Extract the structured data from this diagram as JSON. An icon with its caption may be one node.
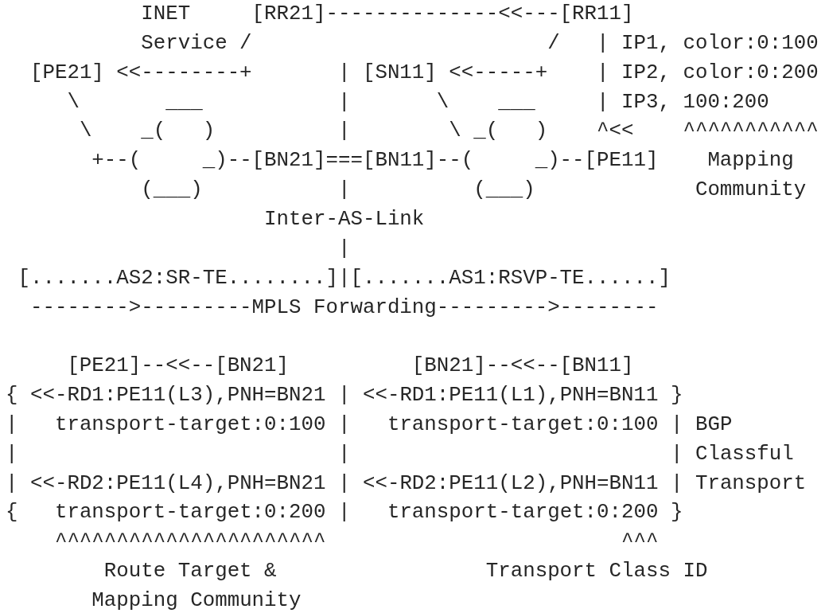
{
  "diagram": {
    "labels": [
      "INET     [RR21]--------------<<---[RR11]",
      "Service /                        /   | IP1, color:0:100",
      "[PE21] <<--------+       | [SN11] <<-----+    | IP2, color:0:200",
      "\\       ___           |       \\    ___     | IP3, 100:200",
      "\\    _(   )          |        \\ _(   )    ^<<    ^^^^^^^^^^^",
      "+--(     _)--[BN21]===[BN11]--(     _)--[PE11]    Mapping",
      "(___)           |          (___)             Community",
      "Inter-AS-Link",
      "|",
      "[.......AS2:SR-TE........]|[.......AS1:RSVP-TE......]",
      "-------->---------MPLS Forwarding--------->--------",
      "[PE21]--<<--[BN21]          [BN21]--<<--[BN11]",
      "{ <<-RD1:PE11(L3),PNH=BN21 | <<-RD1:PE11(L1),PNH=BN11 }",
      "|   transport-target:0:100 |   transport-target:0:100 | BGP",
      "|                          |                          | Classful",
      "| <<-RD2:PE11(L4),PNH=BN21 | <<-RD2:PE11(L2),PNH=BN11 | Transport",
      "{   transport-target:0:200 |   transport-target:0:200 }",
      "^^^^^^^^^^^^^^^^^^^^^^                        ^^^",
      "Route Target &                 Transport Class ID",
      "Mapping Community"
    ]
  }
}
